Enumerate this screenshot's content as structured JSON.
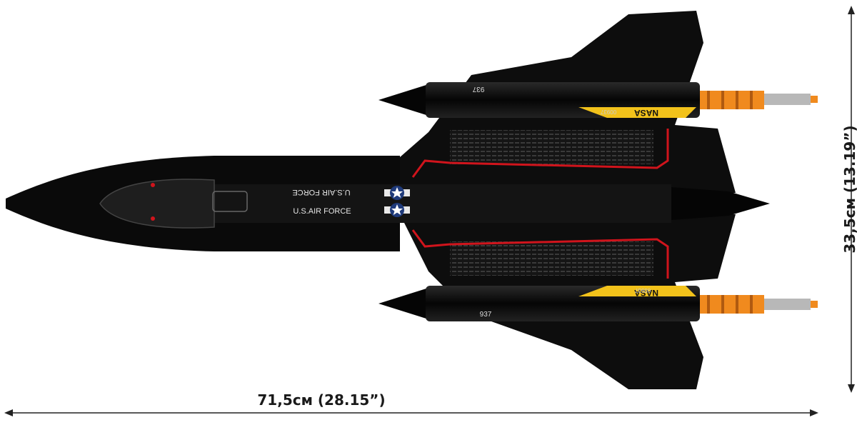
{
  "product_image": {
    "subject": "black aircraft model, top view",
    "markings": {
      "air_force_top": "U.S.AIR FORCE",
      "air_force_bottom": "U.S.AIR FORCE",
      "tail_number_top": "937",
      "tail_number_bottom": "937",
      "agency_top": "NASA",
      "agency_bottom": "NASA",
      "serial_top": "00937",
      "serial_bottom": "00937"
    },
    "colors": {
      "body": "#0b0b0b",
      "panel": "#1c1c1c",
      "accent_red": "#d0141c",
      "nasa_yellow": "#f2c21b",
      "engine_orange": "#f08a1e",
      "probe": "#b8b8b8"
    }
  },
  "dimensions": {
    "width_label": "71,5см (28.15”)",
    "height_label": "33,5см (13.19”)"
  }
}
